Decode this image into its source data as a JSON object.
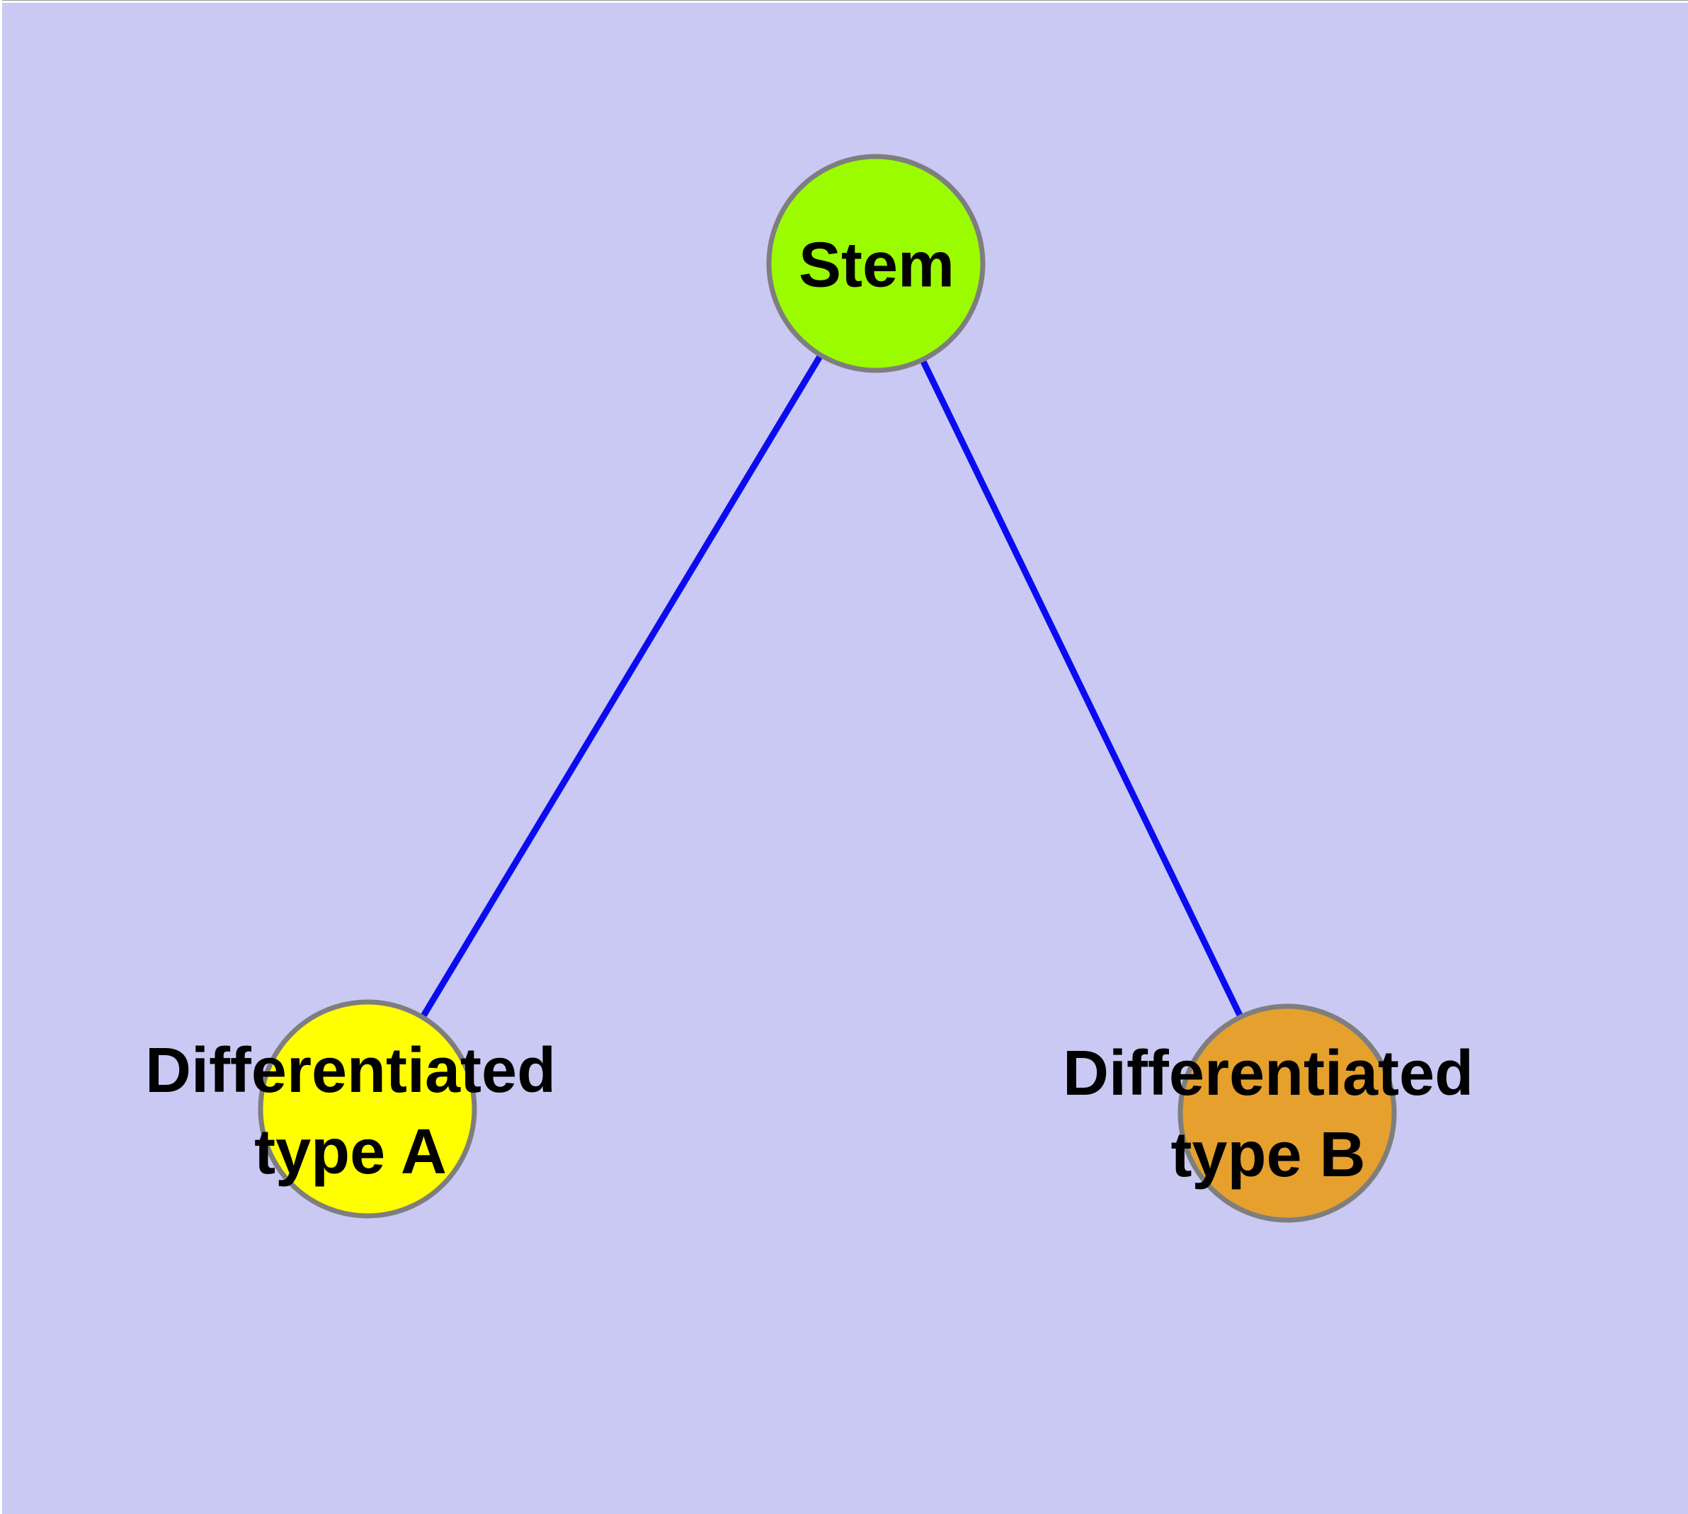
{
  "diagram": {
    "background_color": "#C9C9F3",
    "frame_edge_color": "#FFFFFF",
    "frame_top_line_color": "#9A9A9A",
    "edge_color": "#0B0BF2",
    "node_border_color": "#7E7E7E",
    "label_color": "#000000",
    "nodes": [
      {
        "id": "stem",
        "label": "Stem",
        "fill": "#9BFC00"
      },
      {
        "id": "differentiated-type-a",
        "label": "Differentiated\ntype A",
        "fill": "#FFFF00"
      },
      {
        "id": "differentiated-type-b",
        "label": "Differentiated\ntype B",
        "fill": "#E5A02D"
      }
    ],
    "edges": [
      {
        "from": "stem",
        "to": "differentiated-type-a"
      },
      {
        "from": "stem",
        "to": "differentiated-type-b"
      }
    ]
  }
}
